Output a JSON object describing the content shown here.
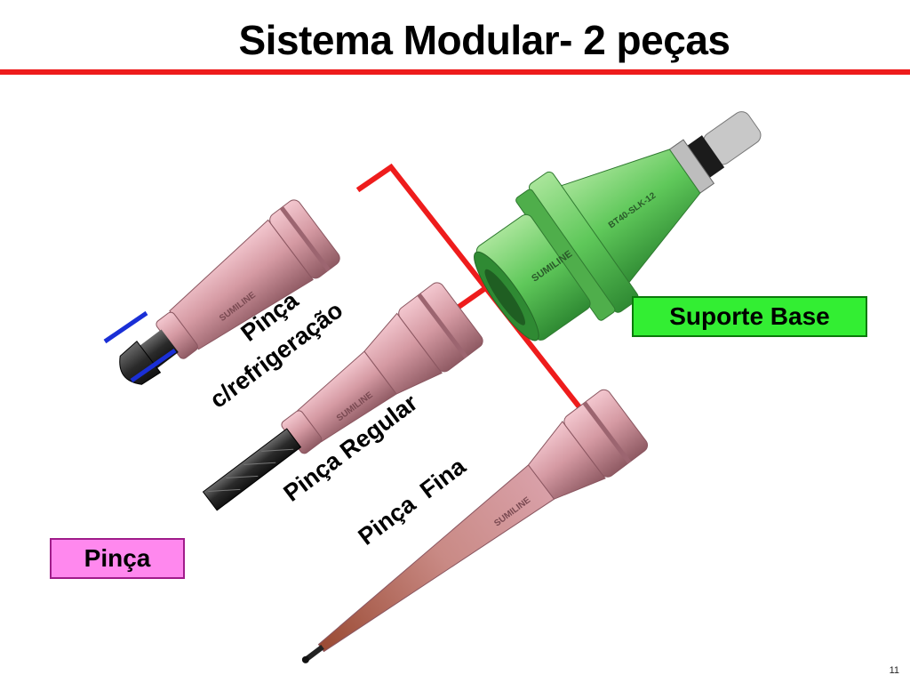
{
  "slide": {
    "title": "Sistema Modular- 2 peças",
    "page_number": "11"
  },
  "labels": {
    "suporte_base": "Suporte Base",
    "pinca_box": "Pinça",
    "pinca_refrig_line1": "Pinça",
    "pinca_refrig_line2": "c/refrigeração",
    "pinca_regular": "Pinça Regular",
    "pinca_fina": "Pinça  Fina"
  },
  "engravings": {
    "brand": "SUMILINE",
    "holder_model": "BT40-SLK-12"
  },
  "colors": {
    "accent_red": "#ee1c1c",
    "holder_green": "#5fc85a",
    "collet_pink": "#d79aa2",
    "box_green": "#33ee33",
    "box_pink": "#ff88ee",
    "marker_blue": "#1a2fd6"
  }
}
